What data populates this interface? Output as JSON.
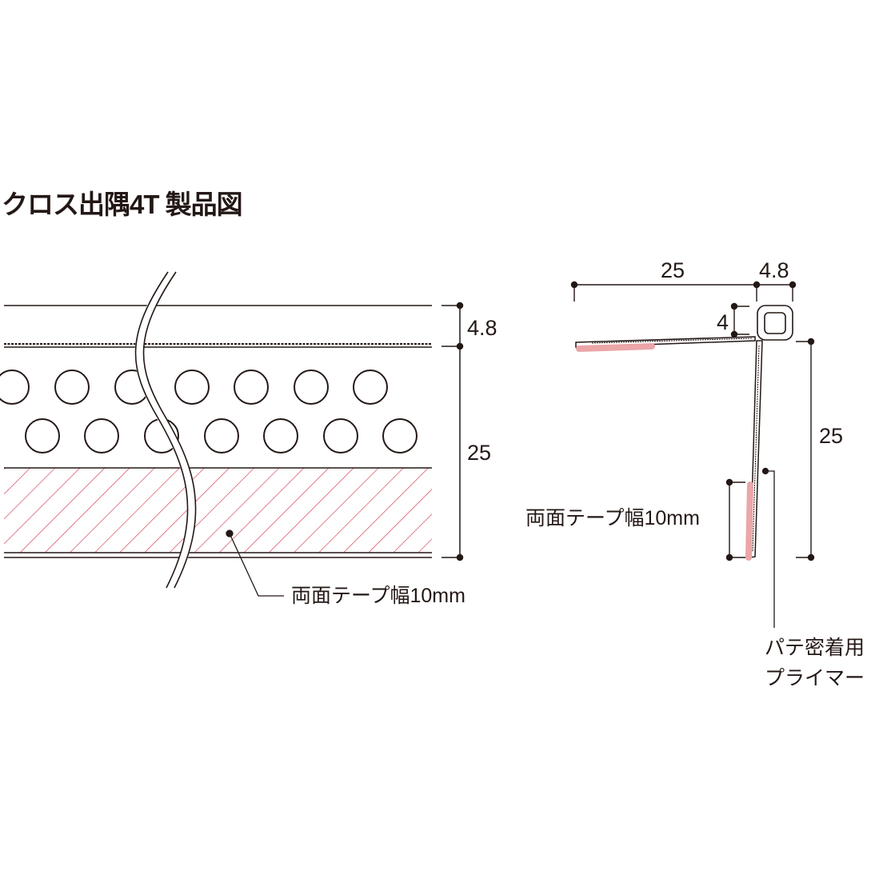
{
  "title": "クロス出隅4T 製品図",
  "colors": {
    "line": "#231815",
    "tape_hatch": "#d2364f",
    "tape_fill": "#eba6a8"
  },
  "front_view": {
    "dim_top": "4.8",
    "dim_height": "25",
    "tape_label": "両面テープ幅10mm",
    "hole_rows": 2,
    "holes_per_row": 7
  },
  "section_view": {
    "dim_flange": "25",
    "dim_nose_width": "4.8",
    "dim_nose_height": "4",
    "dim_leg": "25",
    "tape_label": "両面テープ幅10mm",
    "primer_label_line1": "パテ密着用",
    "primer_label_line2": "プライマー"
  }
}
